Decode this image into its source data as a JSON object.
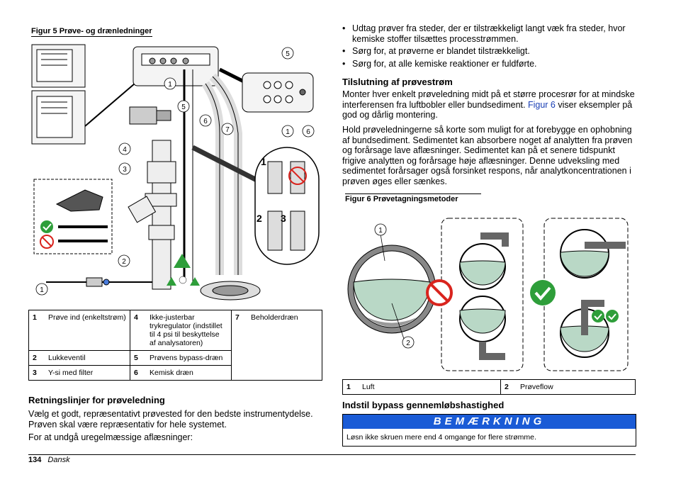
{
  "left": {
    "figure5_caption": "Figur 5  Prøve- og drænledninger",
    "figure5_callouts": [
      "1",
      "2",
      "3",
      "4",
      "5",
      "6",
      "7"
    ],
    "legend": [
      {
        "num": "1",
        "text": "Prøve ind (enkeltstrøm)"
      },
      {
        "num": "4",
        "text": "Ikke-justerbar trykregulator (indstillet til 4 psi til beskyttelse af analysatoren)"
      },
      {
        "num": "7",
        "text": "Beholderdræn"
      },
      {
        "num": "2",
        "text": "Lukkeventil"
      },
      {
        "num": "5",
        "text": "Prøvens bypass-dræn"
      },
      {
        "num": "3",
        "text": "Y-si med filter"
      },
      {
        "num": "6",
        "text": "Kemisk dræn"
      }
    ],
    "heading": "Retningslinjer for prøveledning",
    "para1": "Vælg et godt, repræsentativt prøvested for den bedste instrumentydelse. Prøven skal være repræsentativ for hele systemet.",
    "para2": "For at undgå uregelmæssige aflæsninger:"
  },
  "right": {
    "bullets": [
      "Udtag prøver fra steder, der er tilstrækkeligt langt væk fra steder, hvor kemiske stoffer tilsættes processtrømmen.",
      "Sørg for, at prøverne er blandet tilstrækkeligt.",
      "Sørg for, at alle kemiske reaktioner er fuldførte."
    ],
    "heading1": "Tilslutning af prøvestrøm",
    "para1_a": "Monter hver enkelt prøveledning midt på et større procesrør for at mindske interferensen fra luftbobler eller bundsediment. ",
    "para1_link": "Figur 6",
    "para1_b": " viser eksempler på god og dårlig montering.",
    "para2": "Hold prøveledningerne så korte som muligt for at forebygge en ophobning af bundsediment. Sedimentet kan absorbere noget af analytten fra prøven og forårsage lave aflæsninger. Sedimentet kan på et senere tidspunkt frigive analytten og forårsage høje aflæsninger. Denne udveksling med sedimentet forårsager også forsinket respons, når analytkoncentrationen i prøven øges eller sænkes.",
    "figure6_caption": "Figur 6  Prøvetagningsmetoder",
    "figure6_callouts": [
      "1",
      "2"
    ],
    "legend": [
      {
        "num": "1",
        "text": "Luft"
      },
      {
        "num": "2",
        "text": "Prøveflow"
      }
    ],
    "heading2": "Indstil bypass gennemløbshastighed",
    "note_title": "BEMÆRKNING",
    "note_text": "Løsn ikke skruen mere end 4 omgange for flere strømme."
  },
  "footer": {
    "page_number": "134",
    "language": "Dansk"
  },
  "colors": {
    "link": "#1a3fb5",
    "note_header": "#1a5bd6",
    "check_green": "#2e9e3a",
    "prohibit_red": "#d9241e",
    "sample_water": "#b9d8c6"
  }
}
